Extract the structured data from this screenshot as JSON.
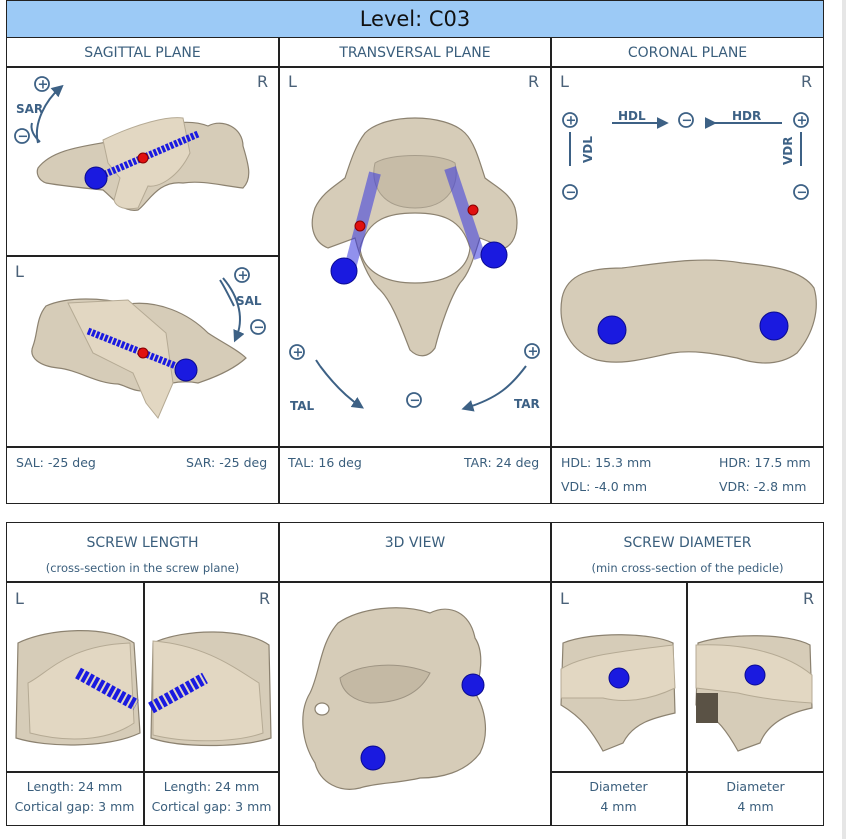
{
  "header": {
    "level_label": "Level: C03"
  },
  "sagittal": {
    "title": "SAGITTAL PLANE",
    "top_side_label": "R",
    "bottom_side_label": "L",
    "sar_label": "SAR",
    "sal_label": "SAL",
    "sal_value": "SAL: -25 deg",
    "sar_value": "SAR: -25 deg"
  },
  "transversal": {
    "title": "TRANSVERSAL PLANE",
    "left_label": "L",
    "right_label": "R",
    "tal_label": "TAL",
    "tar_label": "TAR",
    "tal_value": "TAL: 16 deg",
    "tar_value": "TAR: 24 deg"
  },
  "coronal": {
    "title": "CORONAL PLANE",
    "left_label": "L",
    "right_label": "R",
    "hdl_label": "HDL",
    "hdr_label": "HDR",
    "vdl_label": "VDL",
    "vdr_label": "VDR",
    "hdl_value": "HDL: 15.3 mm",
    "hdr_value": "HDR: 17.5 mm",
    "vdl_value": "VDL: -4.0 mm",
    "vdr_value": "VDR: -2.8 mm"
  },
  "controls": {
    "plus": "+",
    "minus": "−"
  },
  "screw_length": {
    "title": "SCREW LENGTH",
    "subtitle": "(cross-section in the screw plane)",
    "left_label": "L",
    "right_label": "R",
    "left_length": "Length: 24 mm",
    "left_gap": "Cortical gap: 3 mm",
    "right_length": "Length: 24 mm",
    "right_gap": "Cortical gap: 3 mm"
  },
  "view3d": {
    "title": "3D VIEW"
  },
  "screw_diameter": {
    "title": "SCREW DIAMETER",
    "subtitle": "(min cross-section of the pedicle)",
    "left_label": "L",
    "right_label": "R",
    "left_diameter_label": "Diameter",
    "left_diameter_value": "4 mm",
    "right_diameter_label": "Diameter",
    "right_diameter_value": "4 mm"
  },
  "colors": {
    "header_bg": "#9ccaf6",
    "screw": "#1a1ae0",
    "text": "#3a5e7c",
    "bone": "#d6ccb8"
  }
}
